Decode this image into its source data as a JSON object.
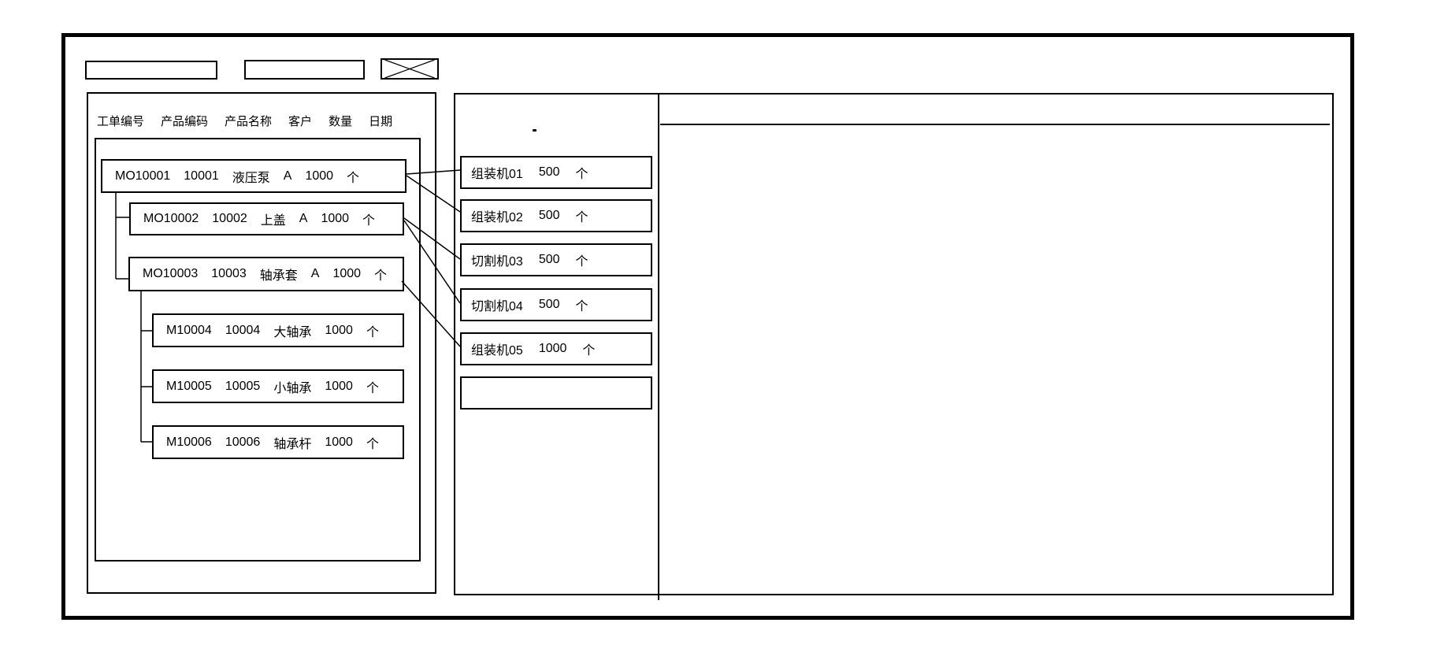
{
  "toolbar": {
    "input1_value": "",
    "input2_value": "",
    "image_placeholder_icon": "x-crossed-box"
  },
  "work_orders_panel": {
    "columns": [
      "工单编号",
      "产品编码",
      "产品名称",
      "客户",
      "数量",
      "日期"
    ],
    "orders": [
      {
        "work_order_no": "MO10001",
        "product_code": "10001",
        "product_name": "液压泵",
        "customer": "A",
        "qty": "1000",
        "unit": "个",
        "level": 0
      },
      {
        "work_order_no": "MO10002",
        "product_code": "10002",
        "product_name": "上盖",
        "customer": "A",
        "qty": "1000",
        "unit": "个",
        "level": 1
      },
      {
        "work_order_no": "MO10003",
        "product_code": "10003",
        "product_name": "轴承套",
        "customer": "A",
        "qty": "1000",
        "unit": "个",
        "level": 1
      },
      {
        "work_order_no": "M10004",
        "product_code": "10004",
        "product_name": "大轴承",
        "customer": "",
        "qty": "1000",
        "unit": "个",
        "level": 2
      },
      {
        "work_order_no": "M10005",
        "product_code": "10005",
        "product_name": "小轴承",
        "customer": "",
        "qty": "1000",
        "unit": "个",
        "level": 2
      },
      {
        "work_order_no": "M10006",
        "product_code": "10006",
        "product_name": "轴承杆",
        "customer": "",
        "qty": "1000",
        "unit": "个",
        "level": 2
      }
    ]
  },
  "machines_panel": {
    "stray_mark": ".",
    "machines": [
      {
        "name": "组装机01",
        "qty": "500",
        "unit": "个"
      },
      {
        "name": "组装机02",
        "qty": "500",
        "unit": "个"
      },
      {
        "name": "切割机03",
        "qty": "500",
        "unit": "个"
      },
      {
        "name": "切割机04",
        "qty": "500",
        "unit": "个"
      },
      {
        "name": "组装机05",
        "qty": "1000",
        "unit": "个"
      },
      {
        "name": "",
        "qty": "",
        "unit": ""
      }
    ]
  },
  "connections": [
    {
      "from": "MO10001",
      "to": "组装机01"
    },
    {
      "from": "MO10001",
      "to": "组装机02"
    },
    {
      "from": "MO10002",
      "to": "切割机03"
    },
    {
      "from": "MO10002",
      "to": "切割机04"
    },
    {
      "from": "MO10003",
      "to": "组装机05"
    }
  ],
  "colors": {
    "line": "#000000",
    "background": "#ffffff"
  }
}
